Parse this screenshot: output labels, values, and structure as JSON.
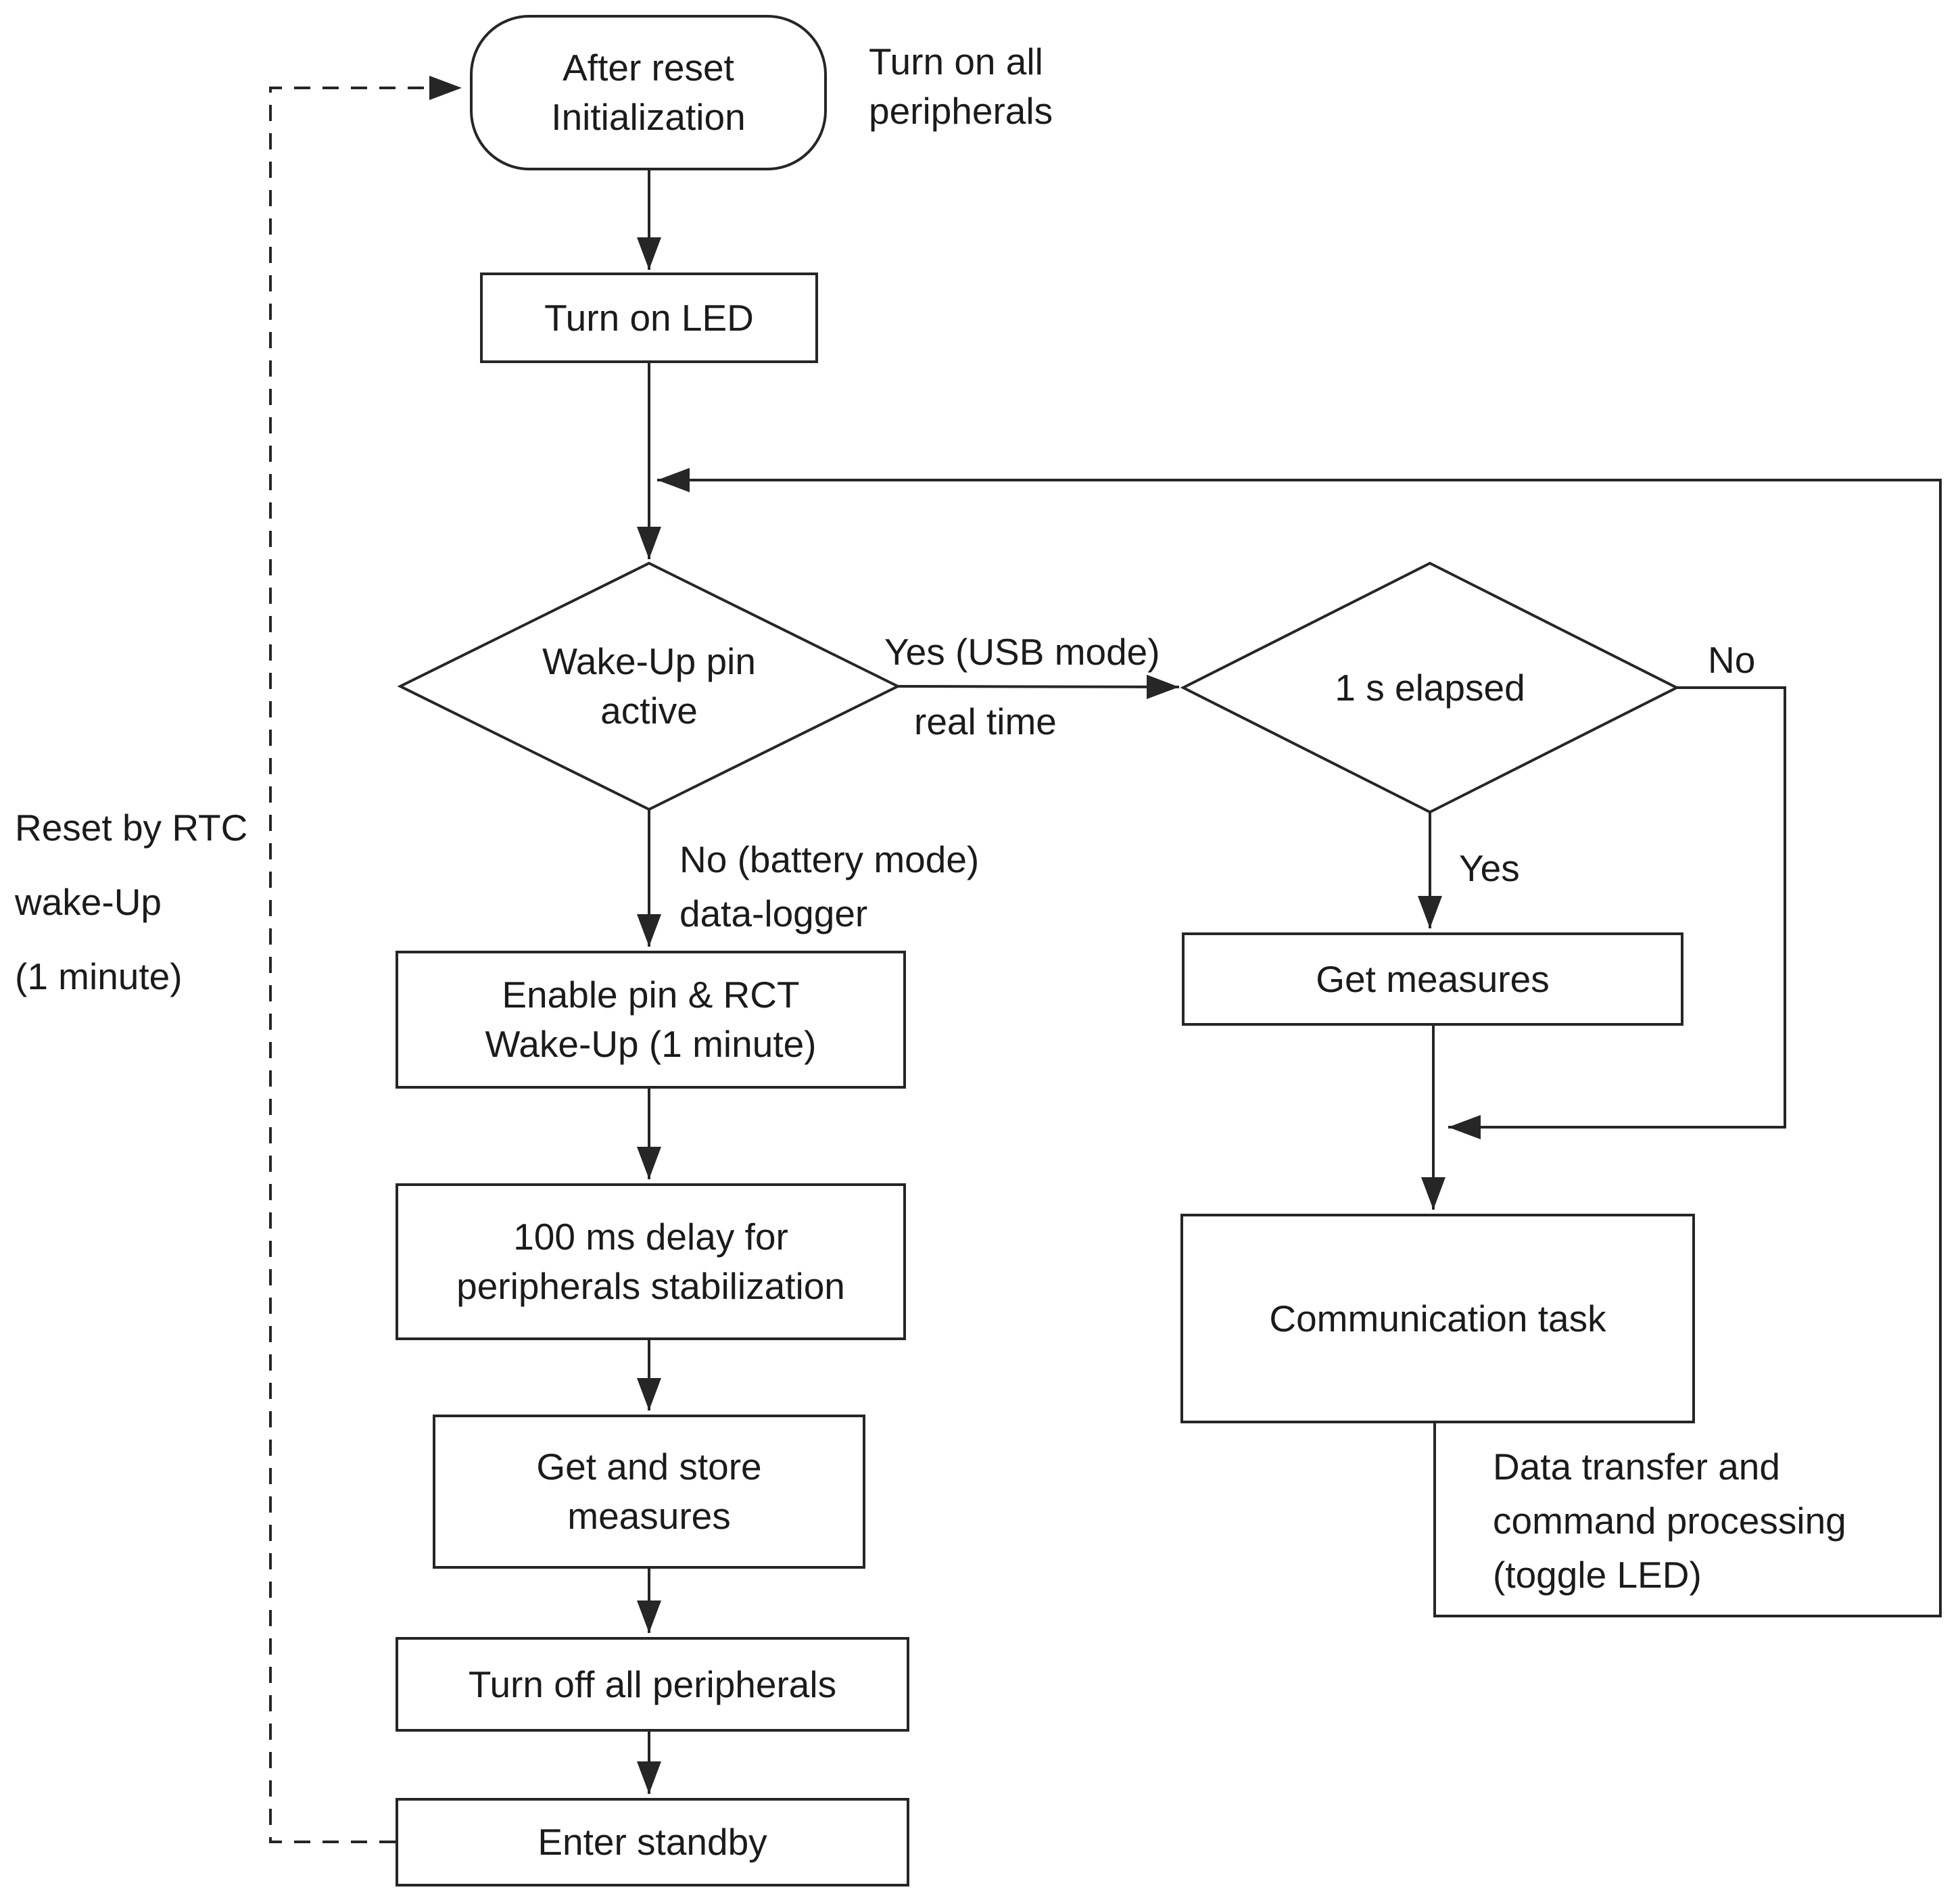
{
  "flowchart": {
    "nodes": {
      "start": "After reset\nInitialization",
      "turn_on_led": "Turn on LED",
      "wake_up_pin": "Wake-Up pin\nactive",
      "enable_pin": "Enable pin & RCT\nWake-Up (1 minute)",
      "delay": "100 ms delay for\nperipherals stabilization",
      "get_store": "Get and store\nmeasures",
      "turn_off": "Turn off all peripherals",
      "enter_standby": "Enter standby",
      "one_s_elapsed": "1 s elapsed",
      "get_measures": "Get measures",
      "communication": "Communication task"
    },
    "edge_labels": {
      "yes_usb": "Yes (USB mode)",
      "yes_usb_sub": "real time",
      "no_battery": "No (battery mode)\ndata-logger",
      "yes": "Yes",
      "no": "No"
    },
    "annotations": {
      "turn_on_all": "Turn on all\nperipherals",
      "reset_rtc": "Reset by RTC\nwake-Up\n(1 minute)",
      "data_transfer": "Data transfer and\ncommand processing\n(toggle LED)"
    },
    "colors": {
      "ink": "#262626",
      "text": "#1b1b1b",
      "background": "#ffffff"
    }
  }
}
